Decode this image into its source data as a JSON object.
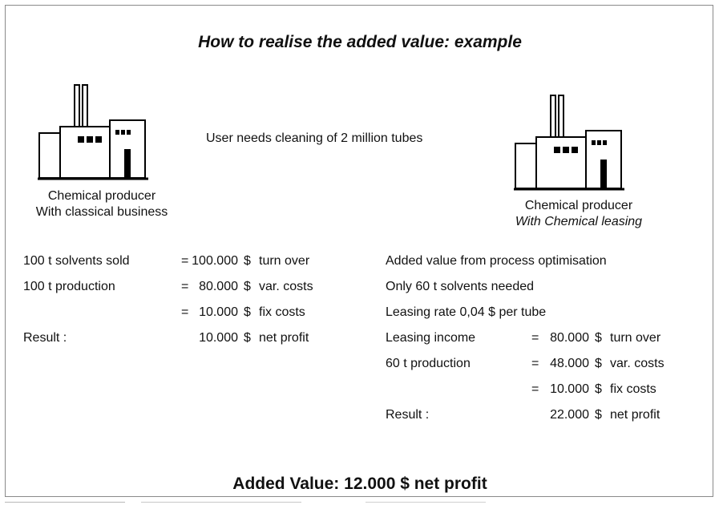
{
  "title": "How to realise the added value: example",
  "center_text": "User needs cleaning of 2 million tubes",
  "left": {
    "caption_line1": "Chemical producer",
    "caption_line2": "With classical business",
    "rows": [
      {
        "label": "100 t  solvents sold",
        "eq": "=",
        "amount": "100.000",
        "cur": "$",
        "desc": "turn over"
      },
      {
        "label": "100 t  production",
        "eq": "=",
        "amount": "80.000",
        "cur": "$",
        "desc": "var. costs"
      },
      {
        "label": "",
        "eq": "=",
        "amount": "10.000",
        "cur": "$",
        "desc": "fix costs"
      },
      {
        "label": "Result :",
        "eq": "",
        "amount": "10.000",
        "cur": "$",
        "desc": "net profit"
      }
    ]
  },
  "right": {
    "caption_line1": "Chemical producer",
    "caption_line2": "With Chemical leasing",
    "notes": [
      "Added  value  from  process  optimisation",
      "Only  60 t  solvents  needed",
      "Leasing rate 0,04 $ per tube"
    ],
    "rows": [
      {
        "label": "Leasing  income",
        "eq": "=",
        "amount": "80.000",
        "cur": "$",
        "desc": "turn over"
      },
      {
        "label": "60 t  production",
        "eq": "=",
        "amount": "48.000",
        "cur": "$",
        "desc": "var. costs"
      },
      {
        "label": "",
        "eq": "=",
        "amount": "10.000",
        "cur": "$",
        "desc": "fix costs"
      },
      {
        "label": "Result :",
        "eq": "",
        "amount": "22.000",
        "cur": "$",
        "desc": "net profit"
      }
    ]
  },
  "summary": "Added Value: 12.000 $  net profit"
}
